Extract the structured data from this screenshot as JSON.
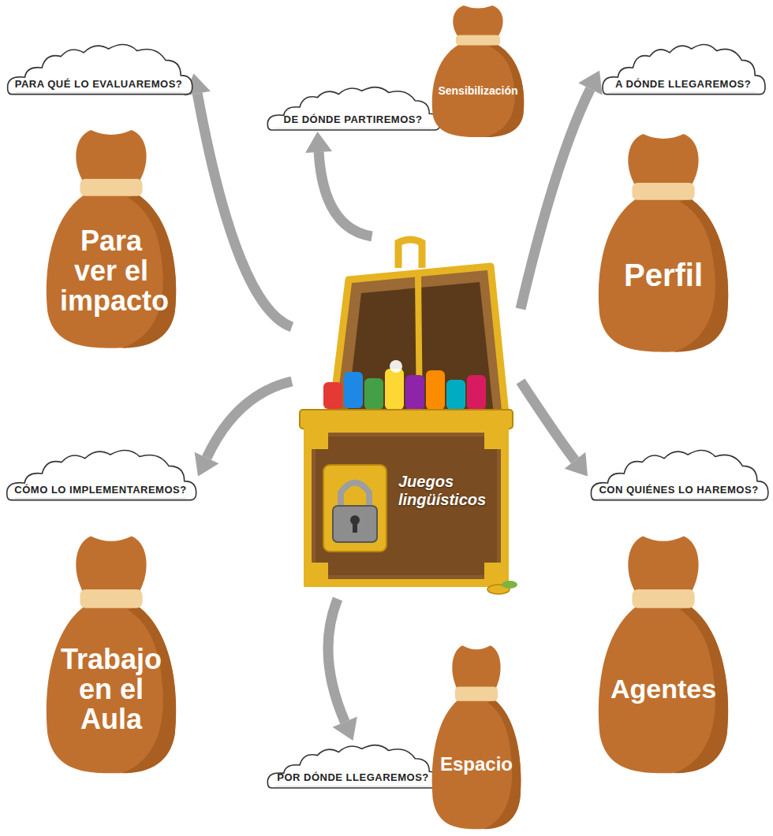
{
  "diagram": {
    "nodes": [
      {
        "text": [
          "PARA QUÉ LO EVALUAREMOS?"
        ]
      },
      {
        "text": [
          "DE DÓNDE PARTIREMOS?"
        ]
      },
      {
        "text": [
          "Sensibilización"
        ]
      },
      {
        "text": [
          "A DÓNDE LLEGAREMOS?"
        ]
      },
      {
        "text": [
          "Para ver el impacto"
        ]
      },
      {
        "text": [
          "Juegos lingüísticos"
        ]
      },
      {
        "text": [
          "Perfil"
        ]
      },
      {
        "text": [
          "CÓMO LO IMPLEMENTAREMOS?"
        ]
      },
      {
        "text": [
          "CON QUIÉNES LO HAREMOS?"
        ]
      },
      {
        "text": [
          "Trabajo en el Aula"
        ]
      },
      {
        "text": [
          "Agentes"
        ]
      },
      {
        "text": [
          "POR DÓNDE LLEGAREMOS?"
        ]
      },
      {
        "text": [
          "Espacio"
        ]
      }
    ],
    "edges": [
      {
        "from": 5,
        "to": 0,
        "arrow": "to"
      },
      {
        "from": 5,
        "to": 1,
        "arrow": "to"
      },
      {
        "from": 5,
        "to": 3,
        "arrow": "to"
      },
      {
        "from": 5,
        "to": 7,
        "arrow": "to"
      },
      {
        "from": 5,
        "to": 8,
        "arrow": "to"
      },
      {
        "from": 5,
        "to": 11,
        "arrow": "to"
      }
    ]
  }
}
